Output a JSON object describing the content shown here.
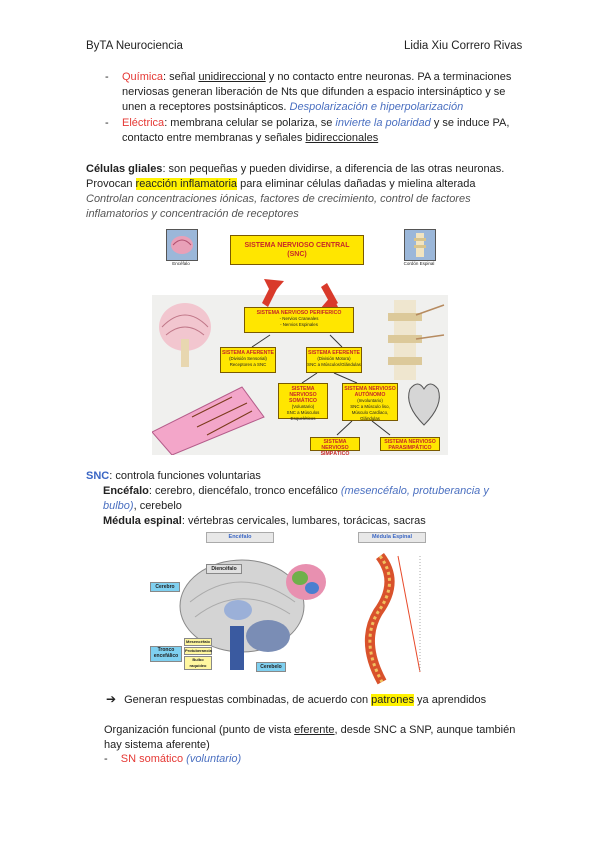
{
  "header": {
    "left": "ByTA Neurociencia",
    "right": "Lidia Xiu Correro Rivas"
  },
  "quimica": {
    "term": "Química",
    "t1": ": señal ",
    "t2": "unidireccional",
    "t3": " y no contacto entre neuronas. PA a terminaciones",
    "line2": "nerviosas generan liberación de Nts que difunden a espacio intersináptico y se",
    "line3a": "unen a receptores postsinápticos. ",
    "line3b": "Despolarización e hiperpolarización"
  },
  "electrica": {
    "term": "Eléctrica",
    "t1": ": membrana celular se polariza, se ",
    "t2": "invierte la polaridad",
    "t3": " y se induce PA,",
    "line2a": "contacto entre membranas y señales ",
    "line2b": "bidireccionales"
  },
  "glia": {
    "l1": "Células gliales: son pequeñas y pueden dividirse, a diferencia de las otras neuronas.",
    "l2a": "Provocan ",
    "l2b": "reacción inflamatoria",
    "l2c": " para eliminar células dañadas y mielina alterada",
    "l3": "Controlan concentraciones iónicas, factores de crecimiento, control de factores",
    "l4": "inflamatorios y concentración de receptores"
  },
  "diagram": {
    "snc_title": "SISTEMA NERVIOSO CENTRAL",
    "snc_sub": "(SNC)",
    "encefalo": "Encéfalo",
    "cordon": "Cordón Espinal",
    "snp_title": "SISTEMA NERVIOSO PERIFERICO",
    "snp_l1": "- Nervios Craneales",
    "snp_l2": "- Nervios Espinales",
    "aferente_title": "SISTEMA AFERENTE",
    "aferente_sub": "(División Sensorial)",
    "aferente_note": "Receptores a SNC",
    "eferente_title": "SISTEMA EFERENTE",
    "eferente_sub": "(División Motora)",
    "eferente_note": "SNC a Músculos/Glándulas",
    "somatico_title": "SISTEMA NERVIOSO SOMÁTICO",
    "somatico_sub": "(Voluntario)",
    "somatico_note": "SNC a Músculos Esqueléticos",
    "autonomo_title": "SISTEMA NERVIOSO AUTÓNOMO",
    "autonomo_sub": "(Involuntario)",
    "autonomo_note": "SNC a Músculo liso, Músculo Cardíaco, Glándulas",
    "simpatico": "SISTEMA NERVIOSO SIMPÁTICO",
    "parasimpatico": "SISTEMA NERVIOSO PARASIMPÁTICO"
  },
  "snc": {
    "term": "SNC",
    "text": ": controla funciones voluntarias",
    "enc_b": "Encéfalo",
    "enc_t": ": cerebro, diencéfalo, tronco encefálico ",
    "enc_it1": "(mesencéfalo, protuberancia y",
    "enc_it2": "bulbo)",
    "enc_t2": ", cerebelo",
    "med_b": "Médula espinal",
    "med_t": ": vértebras cervicales, lumbares, torácicas, sacras"
  },
  "figure2": {
    "enc_title": "Encéfalo",
    "med_title": "Médula Espinal",
    "cerebro": "Cerebro",
    "diencefalo": "Diencéfalo",
    "tronco": "Tronco encefálico",
    "cerebelo": "Cerebelo",
    "mesencefalo": "Mesencéfalo",
    "protuberancia": "Protuberancia",
    "bulbo": "Bulbo raquídeo"
  },
  "arrow_line": {
    "a": "Generan respuestas combinadas, de acuerdo con ",
    "b": "patrones",
    "c": " ya aprendidos"
  },
  "organizacion": {
    "l1a": "Organización funcional (punto de vista ",
    "l1b": "eferente",
    "l1c": ", desde SNC a SNP, aunque también",
    "l2": "hay sistema aferente)"
  },
  "somatico": {
    "a": "SN somático ",
    "b": "(voluntario)"
  }
}
